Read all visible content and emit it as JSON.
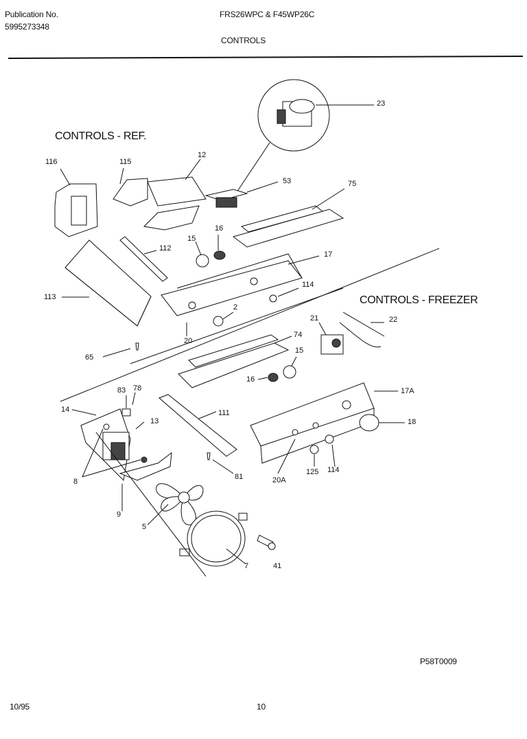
{
  "header": {
    "pub_label": "Publication No.",
    "pub_number": "5995273348",
    "models": "FRS26WPC & F45WP26C",
    "section": "CONTROLS"
  },
  "sections": {
    "ref": "CONTROLS - REF.",
    "freezer": "CONTROLS - FREEZER"
  },
  "callouts": {
    "c23": "23",
    "c116": "116",
    "c115": "115",
    "c12": "12",
    "c53": "53",
    "c75": "75",
    "c112": "112",
    "c16a": "16",
    "c15a": "15",
    "c17": "17",
    "c113": "113",
    "c114a": "114",
    "c2": "2",
    "c20": "20",
    "c65": "65",
    "c74": "74",
    "c21": "21",
    "c22": "22",
    "c15b": "15",
    "c16b": "16",
    "c83": "83",
    "c78": "78",
    "c14": "14",
    "c13": "13",
    "c111": "111",
    "c17A": "17A",
    "c18": "18",
    "c8": "8",
    "c81": "81",
    "c20A": "20A",
    "c125": "125",
    "c114b": "114",
    "c9": "9",
    "c5": "5",
    "c7": "7",
    "c41": "41"
  },
  "footer": {
    "diagram_code": "P58T0009",
    "date": "10/95",
    "page": "10"
  }
}
